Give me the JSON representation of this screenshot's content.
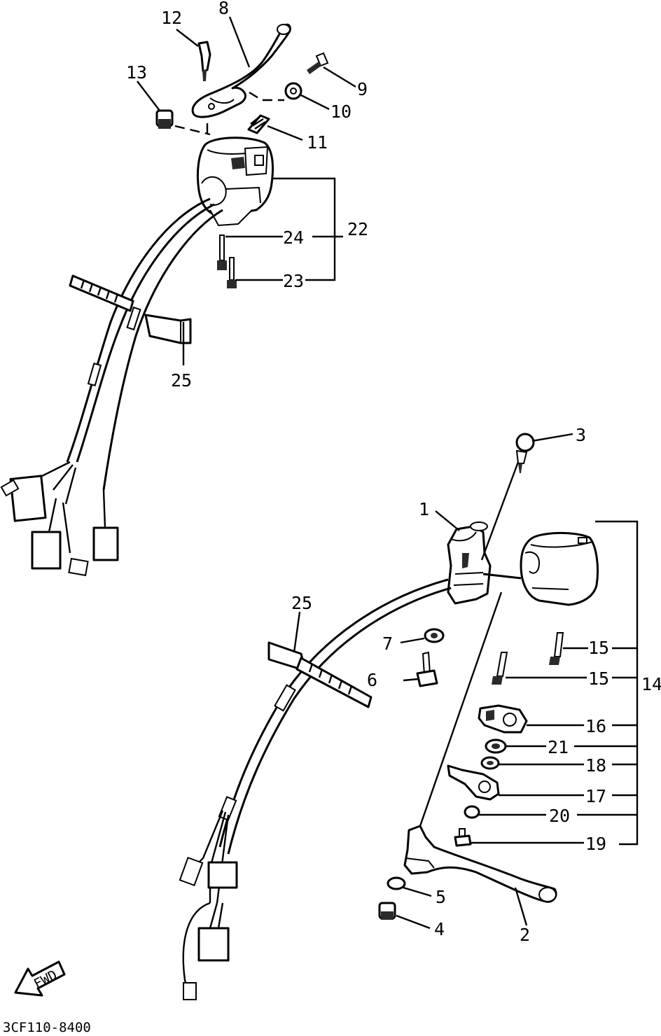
{
  "callouts": {
    "c1": "1",
    "c2": "2",
    "c3": "3",
    "c4": "4",
    "c5": "5",
    "c6": "6",
    "c7": "7",
    "c8": "8",
    "c9": "9",
    "c10": "10",
    "c11": "11",
    "c12": "12",
    "c13": "13",
    "c14": "14",
    "c15a": "15",
    "c15b": "15",
    "c16": "16",
    "c17": "17",
    "c18": "18",
    "c19": "19",
    "c20": "20",
    "c21": "21",
    "c22": "22",
    "c23": "23",
    "c24": "24",
    "c25a": "25",
    "c25b": "25"
  },
  "fwd_label": "FWD",
  "diagram_code": "3CF110-8400"
}
